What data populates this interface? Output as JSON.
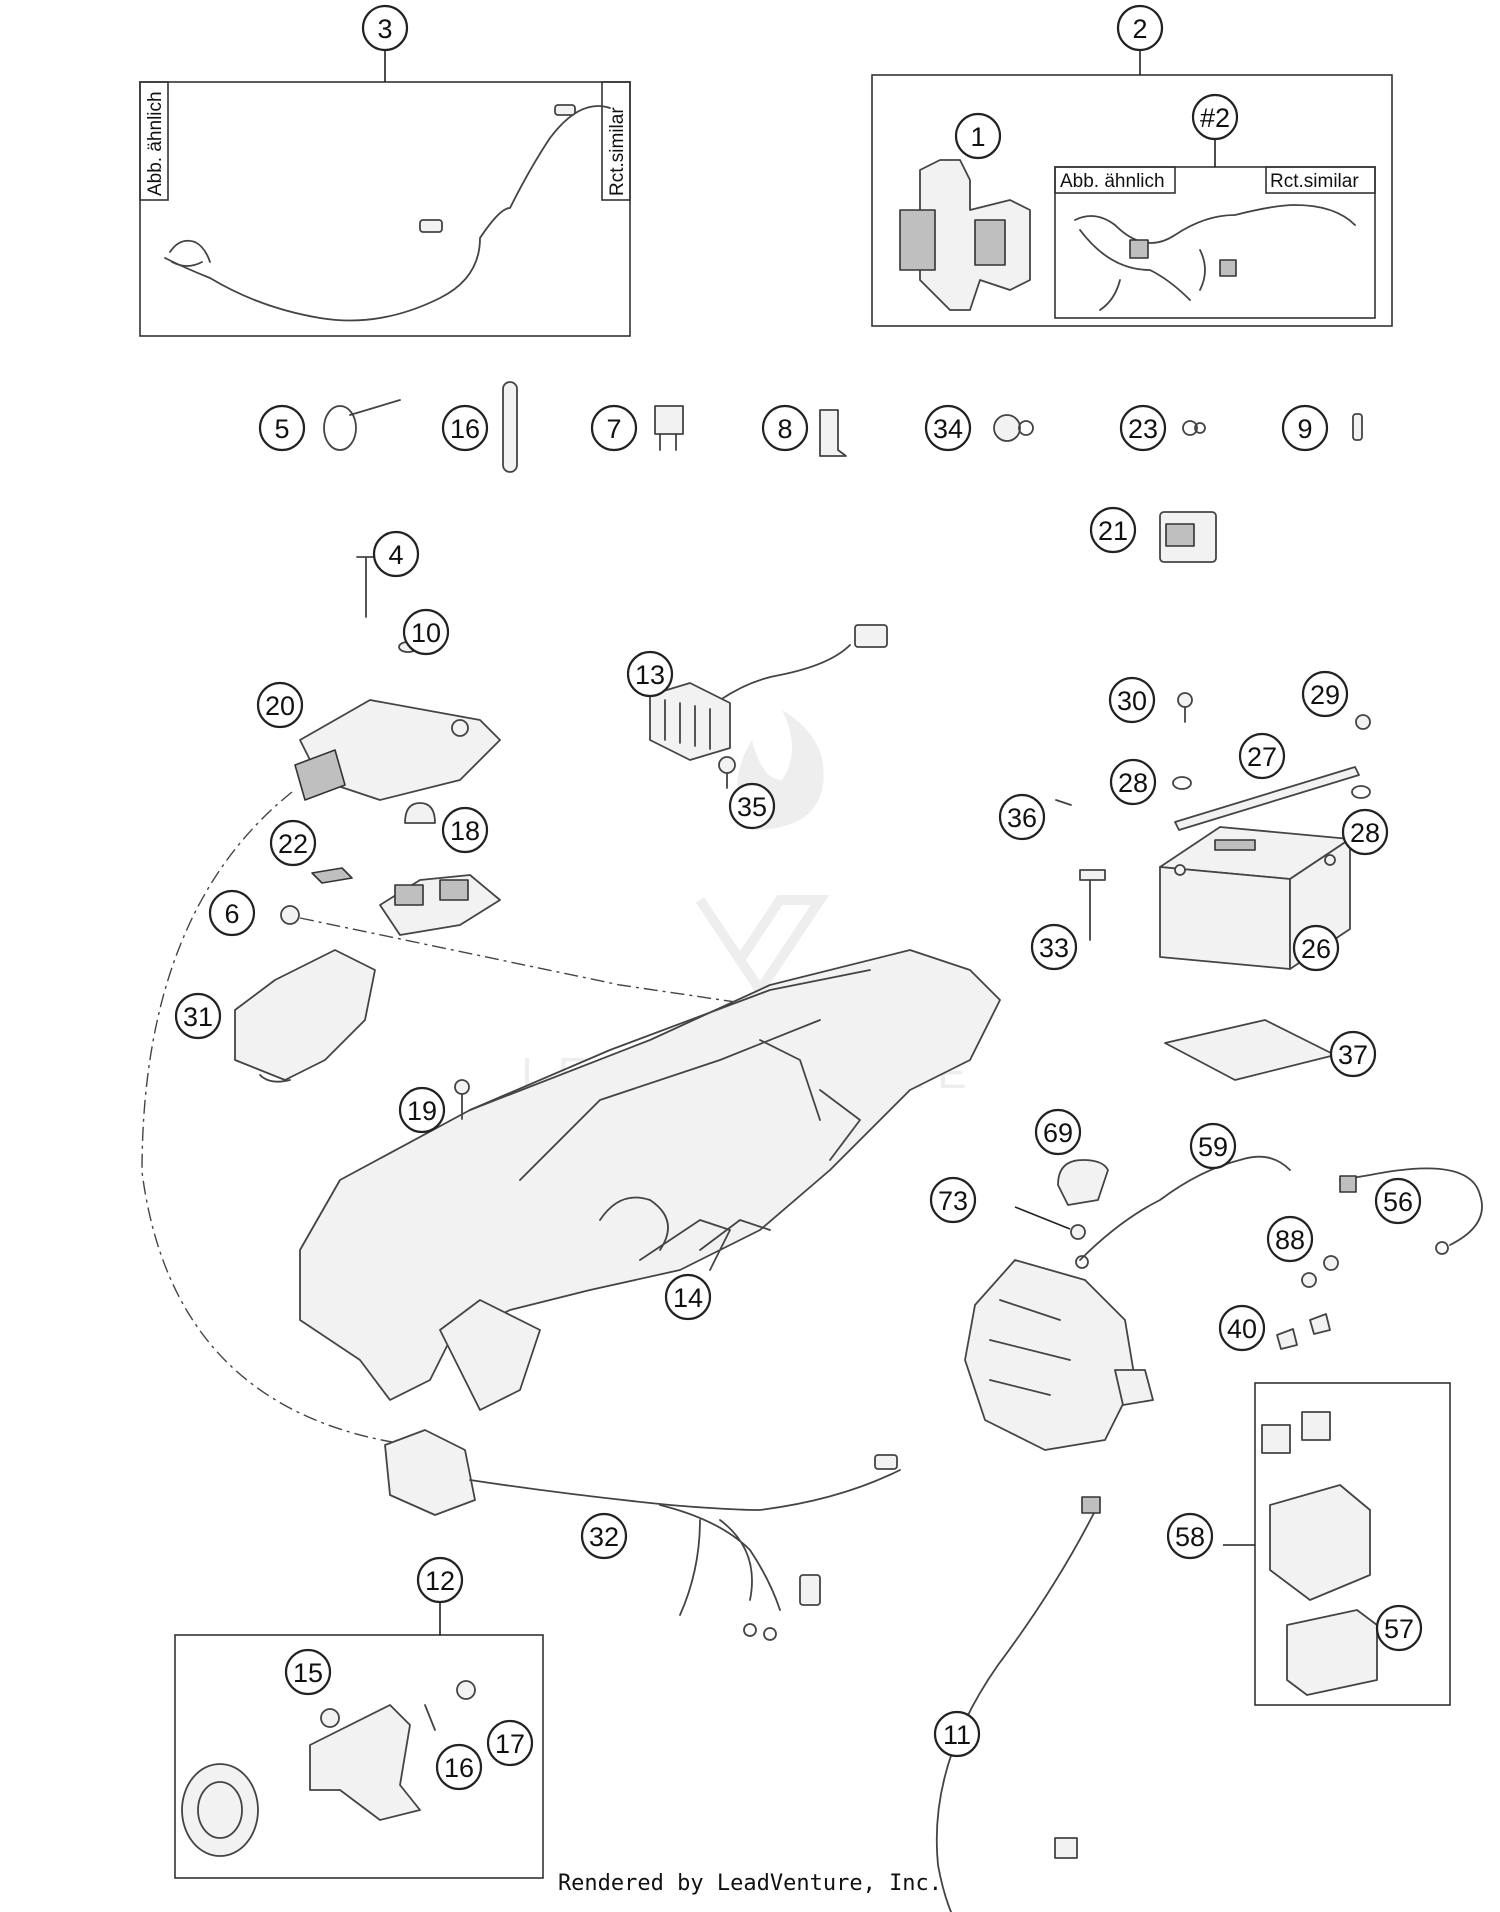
{
  "callouts": [
    "3",
    "2",
    "1",
    "#2",
    "5",
    "16",
    "7",
    "8",
    "34",
    "23",
    "9",
    "21",
    "4",
    "10",
    "20",
    "13",
    "30",
    "29",
    "27",
    "28",
    "35",
    "18",
    "22",
    "36",
    "28",
    "6",
    "33",
    "26",
    "31",
    "19",
    "37",
    "69",
    "59",
    "73",
    "56",
    "88",
    "14",
    "40",
    "32",
    "58",
    "12",
    "15",
    "17",
    "16",
    "57",
    "11"
  ],
  "inset_labels": {
    "abb_aehnlich": "Abb. ähnlich",
    "rct_similar": "Rct.similar"
  },
  "footer": "Rendered by LeadVenture, Inc.",
  "watermark": "LEADVENTURE"
}
